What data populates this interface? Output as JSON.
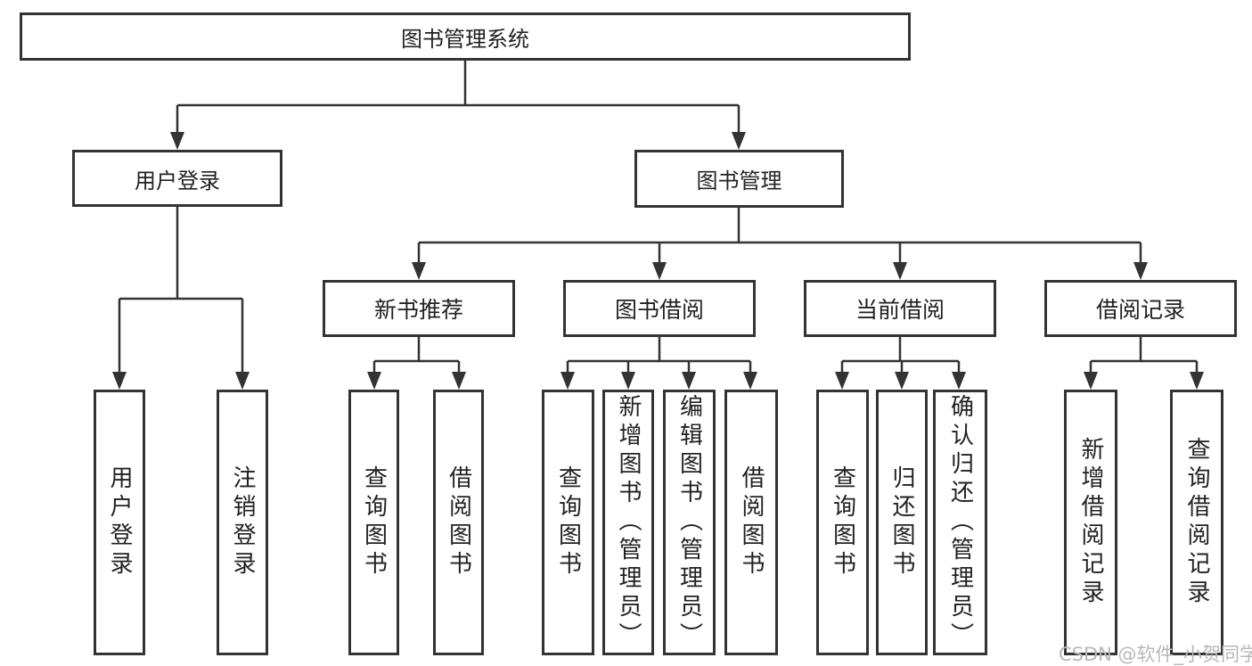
{
  "watermark": "CSDN @软件_小贺同学",
  "colors": {
    "line": "#333333",
    "box_border": "#333333",
    "text": "#222222",
    "background": "#ffffff",
    "watermark": "#b8b8b8"
  },
  "tree": {
    "root": {
      "label": "图书管理系统"
    },
    "login": {
      "label": "用户登录",
      "children": [
        {
          "label": "用户登录"
        },
        {
          "label": "注销登录"
        }
      ]
    },
    "management": {
      "label": "图书管理",
      "children": [
        {
          "label": "新书推荐",
          "children": [
            {
              "label": "查询图书"
            },
            {
              "label": "借阅图书"
            }
          ]
        },
        {
          "label": "图书借阅",
          "children": [
            {
              "label": "查询图书"
            },
            {
              "label": "新增图书（管理员）"
            },
            {
              "label": "编辑图书（管理员）"
            },
            {
              "label": "借阅图书"
            }
          ]
        },
        {
          "label": "当前借阅",
          "children": [
            {
              "label": "查询图书"
            },
            {
              "label": "归还图书"
            },
            {
              "label": "确认归还（管理员）"
            }
          ]
        },
        {
          "label": "借阅记录",
          "children": [
            {
              "label": "新增借阅记录"
            },
            {
              "label": "查询借阅记录"
            }
          ]
        }
      ]
    }
  }
}
